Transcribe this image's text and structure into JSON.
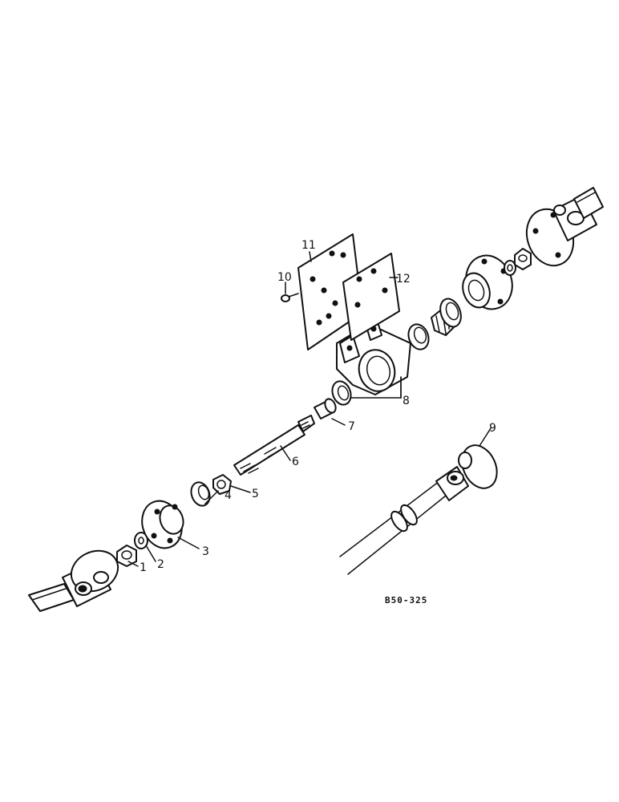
{
  "figure": {
    "reference_code": "B50-325",
    "callouts": [
      {
        "id": "c1",
        "label": "1"
      },
      {
        "id": "c2",
        "label": "2"
      },
      {
        "id": "c3",
        "label": "3"
      },
      {
        "id": "c4",
        "label": "4"
      },
      {
        "id": "c5",
        "label": "5"
      },
      {
        "id": "c6",
        "label": "6"
      },
      {
        "id": "c7",
        "label": "7"
      },
      {
        "id": "c8",
        "label": "8"
      },
      {
        "id": "c9",
        "label": "9"
      },
      {
        "id": "c10",
        "label": "10"
      },
      {
        "id": "c11",
        "label": "11"
      },
      {
        "id": "c12",
        "label": "12"
      }
    ]
  }
}
